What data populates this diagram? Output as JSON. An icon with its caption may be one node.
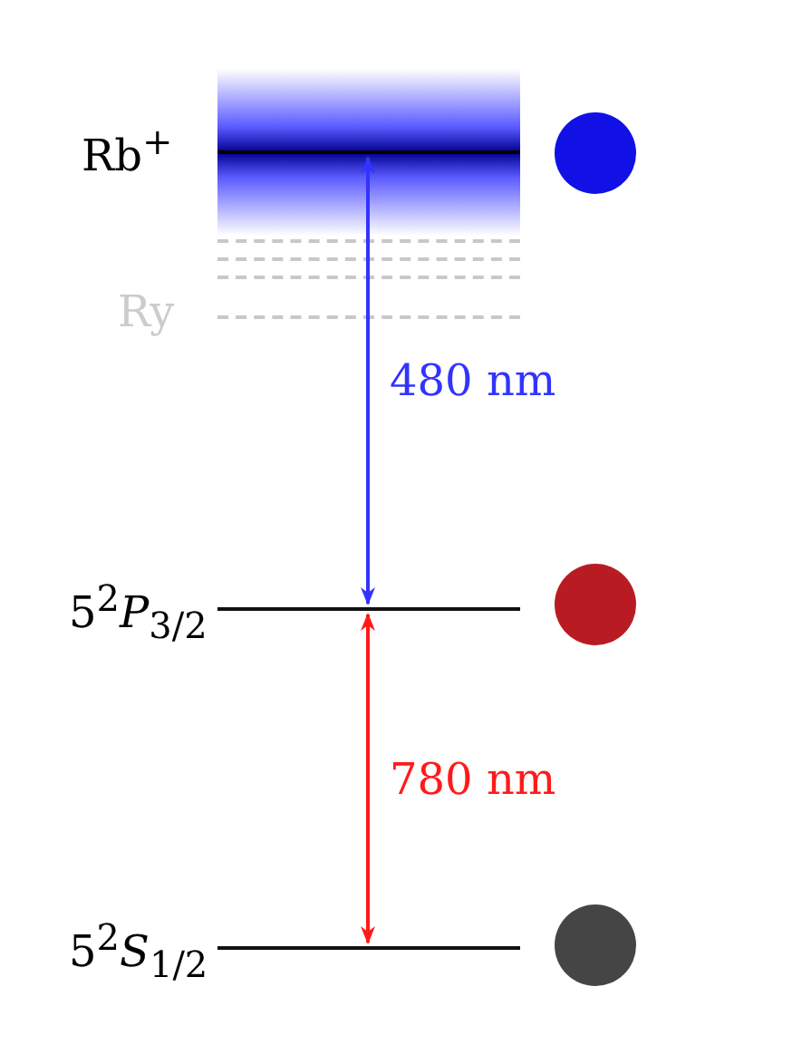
{
  "diagram": {
    "nodes": [
      {
        "text": [
          "Rb$^{+}$"
        ]
      },
      {
        "text": [
          "Ry"
        ]
      },
      {
        "text": [
          "5$^{2}$*P*$_{3/2}$"
        ]
      },
      {
        "text": [
          "5$^{2}$*S*$_{1/2}$"
        ]
      },
      {
        "text": [],
        "shape": "circle"
      },
      {
        "text": [],
        "shape": "circle"
      },
      {
        "text": [],
        "shape": "circle"
      }
    ],
    "edges": [
      {
        "from": 2,
        "to": 0,
        "arrow": "both",
        "label": "480 nm",
        "color": "#3333ff"
      },
      {
        "from": 3,
        "to": 2,
        "arrow": "both",
        "label": "780 nm",
        "color": "#ff1a1a"
      }
    ]
  }
}
